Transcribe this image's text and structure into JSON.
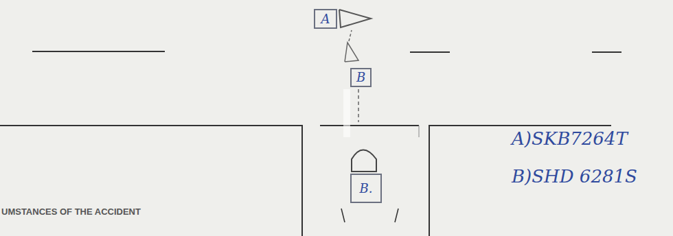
{
  "diagram": {
    "nodes": [
      {
        "text": [
          "A"
        ]
      },
      {
        "text": [
          "B"
        ]
      },
      {
        "text": [
          "B."
        ]
      }
    ],
    "labels": [
      "A)SKB7264T",
      "B)SHD 6281S",
      "UMSTANCES OF THE ACCIDENT"
    ]
  }
}
